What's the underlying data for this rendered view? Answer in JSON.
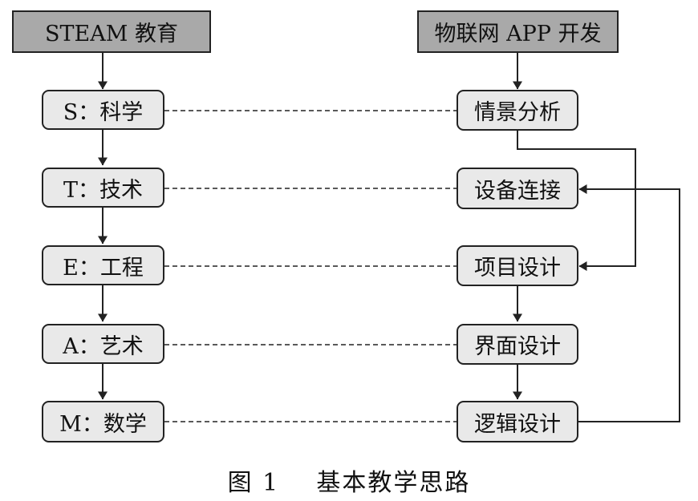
{
  "left": {
    "header": "STEAM 教育",
    "steps": [
      "S：科学",
      "T：技术",
      "E：工程",
      "A：艺术",
      "M：数学"
    ]
  },
  "right": {
    "header": "物联网 APP 开发",
    "steps": [
      "情景分析",
      "设备连接",
      "项目设计",
      "界面设计",
      "逻辑设计"
    ]
  },
  "caption": "图 1    基本教学思路",
  "colors": {
    "header_fill": "#a9a9a9",
    "step_fill": "#e9e9e9",
    "stroke": "#222222"
  }
}
